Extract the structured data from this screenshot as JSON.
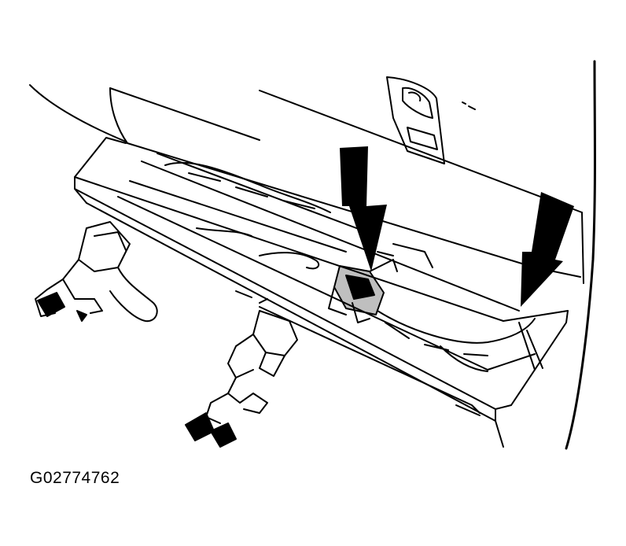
{
  "figure": {
    "id_label": "G02774762",
    "ink_color": "#000000",
    "background_color": "#ffffff",
    "callout_arrows": 2,
    "components": [
      "upper-trim-panel",
      "slotted-bracket",
      "mounting-clip",
      "rail-channel",
      "left-wiring-connector",
      "right-wiring-connector"
    ]
  }
}
